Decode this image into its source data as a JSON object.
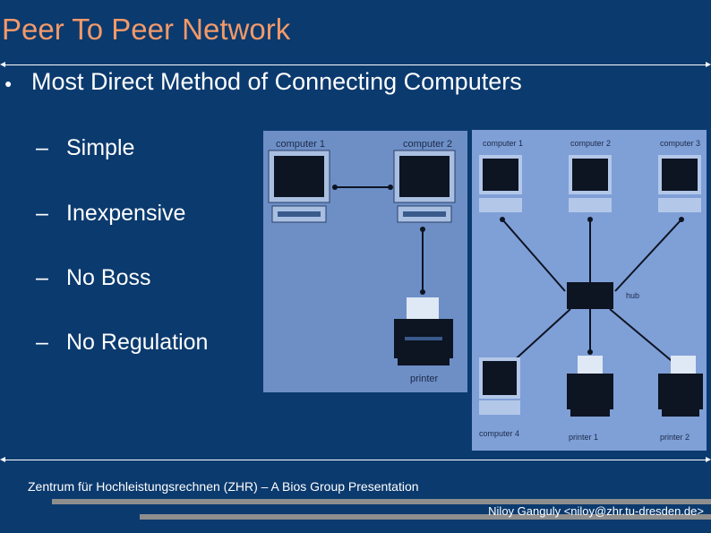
{
  "title": "Peer To Peer Network",
  "bullet": "Most Direct Method of Connecting Computers",
  "subitems": [
    "Simple",
    "Inexpensive",
    "No Boss",
    "No Regulation"
  ],
  "dash": "–",
  "bullet_glyph": "●",
  "figure1": {
    "computer1": "computer 1",
    "computer2": "computer 2",
    "printer": "printer"
  },
  "figure2": {
    "computer1": "computer 1",
    "computer2": "computer 2",
    "computer3": "computer 3",
    "hub": "hub",
    "computer4": "computer 4",
    "printer1": "printer 1",
    "printer2": "printer 2"
  },
  "footer": {
    "center": "Zentrum für Hochleistungsrechnen  (ZHR) – A Bios Group Presentation",
    "author": "Niloy Ganguly <niloy@zhr.tu-dresden.de>"
  },
  "colors": {
    "background": "#0b3a6e",
    "title": "#f2996a",
    "figure1_bg": "#6d8fc6",
    "figure2_bg": "#7f9fd7"
  }
}
